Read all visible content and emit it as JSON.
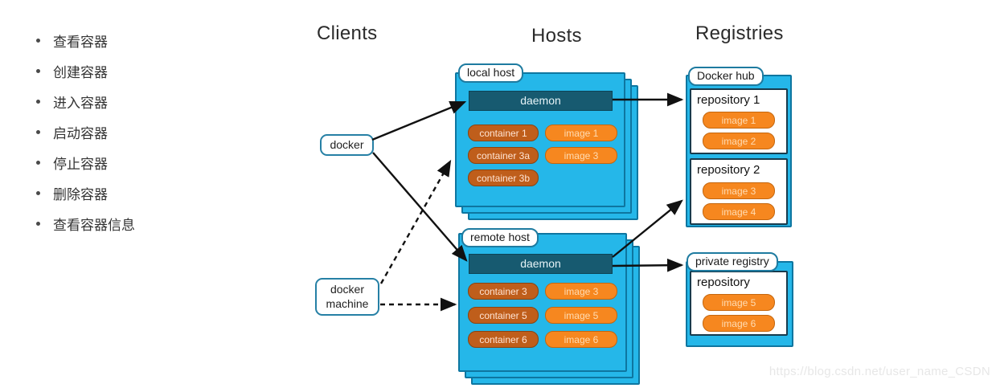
{
  "sidebar": {
    "items": [
      "查看容器",
      "创建容器",
      "进入容器",
      "启动容器",
      "停止容器",
      "删除容器",
      "查看容器信息"
    ]
  },
  "headings": {
    "clients": "Clients",
    "hosts": "Hosts",
    "registries": "Registries"
  },
  "clients": {
    "docker": "docker",
    "docker_machine": "docker machine"
  },
  "hosts": {
    "local": {
      "label": "local host",
      "daemon": "daemon",
      "containers": [
        "container 1",
        "container 3a",
        "container 3b"
      ],
      "images": [
        "image 1",
        "image 3"
      ]
    },
    "remote": {
      "label": "remote host",
      "daemon": "daemon",
      "containers": [
        "container 3",
        "container 5",
        "container 6"
      ],
      "images": [
        "image 3",
        "image 5",
        "image 6"
      ]
    }
  },
  "registries": {
    "docker_hub": {
      "label": "Docker hub",
      "repo1": {
        "name": "repository 1",
        "images": [
          "image 1",
          "image 2"
        ]
      },
      "repo2": {
        "name": "repository 2",
        "images": [
          "image 3",
          "image 4"
        ]
      }
    },
    "private_registry": {
      "label": "private registry",
      "repo": {
        "name": "repository",
        "images": [
          "image 5",
          "image 6"
        ]
      }
    }
  },
  "watermark": "https://blog.csdn.net/user_name_CSDN",
  "colors": {
    "host_fill": "#25b7e9",
    "host_border": "#0e76a0",
    "daemon_fill": "#175a70",
    "container_fill": "#bf5e1b",
    "image_fill": "#f6871f",
    "arrow": "#111111"
  }
}
